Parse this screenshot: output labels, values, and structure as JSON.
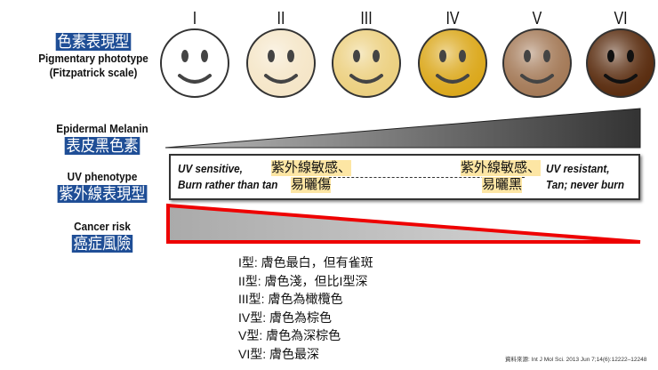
{
  "phototype": {
    "zh": "色素表現型",
    "en_line1": "Pigmentary phototype",
    "en_line2": "(Fitzpatrick scale)"
  },
  "types": [
    {
      "numeral": "I",
      "color": "#ffffff"
    },
    {
      "numeral": "II",
      "color": "#f5e6c8"
    },
    {
      "numeral": "III",
      "color": "#ecd080"
    },
    {
      "numeral": "IV",
      "color": "#dba81c"
    },
    {
      "numeral": "V",
      "color": "#a47a58"
    },
    {
      "numeral": "VI",
      "color": "#5a2d10"
    }
  ],
  "melanin": {
    "en": "Epidermal Melanin",
    "zh": "表皮黑色素"
  },
  "uv": {
    "en": "UV phenotype",
    "zh": "紫外線表現型",
    "left_line1": "UV sensitive,",
    "left_line2": "Burn rather than tan",
    "left_zh1": "紫外線敏感、",
    "left_zh2": "易曬傷",
    "right_zh1": "紫外線敏感、",
    "right_zh2": "易曬黑",
    "right_line1": "UV resistant,",
    "right_line2": "Tan; never burn"
  },
  "cancer": {
    "en": "Cancer risk",
    "zh": "癌症風險"
  },
  "descriptions": [
    "I型: 膚色最白，但有雀斑",
    "II型: 膚色淺，但比I型深",
    "III型: 膚色為橄欖色",
    "IV型: 膚色為棕色",
    "V型: 膚色為深棕色",
    "VI型: 膚色最深"
  ],
  "source": "資料來源: Int J Mol Sci. 2013 Jun 7;14(6):12222–12248"
}
